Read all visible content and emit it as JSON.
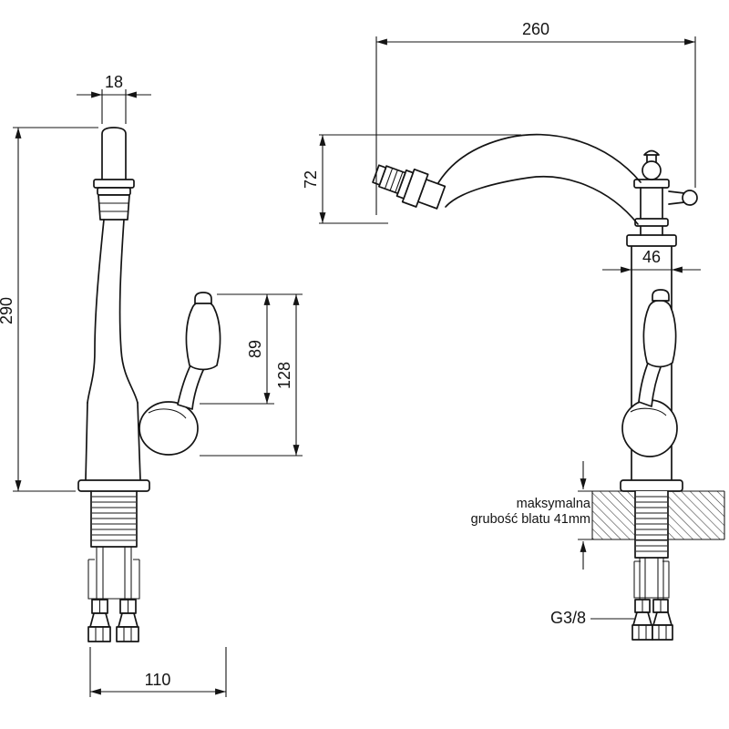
{
  "front_view": {
    "dim_spout_width": "18",
    "dim_height": "290",
    "dim_handle_span_small": "89",
    "dim_handle_span_large": "128",
    "dim_base_width": "110"
  },
  "side_view": {
    "dim_reach": "260",
    "dim_spout_drop": "72",
    "dim_body_diameter": "46",
    "counter_note_line1": "maksymalna",
    "counter_note_line2": "grubość blatu 41mm",
    "thread_label": "G3/8"
  },
  "colors": {
    "ink": "#141414",
    "paper": "#ffffff"
  }
}
